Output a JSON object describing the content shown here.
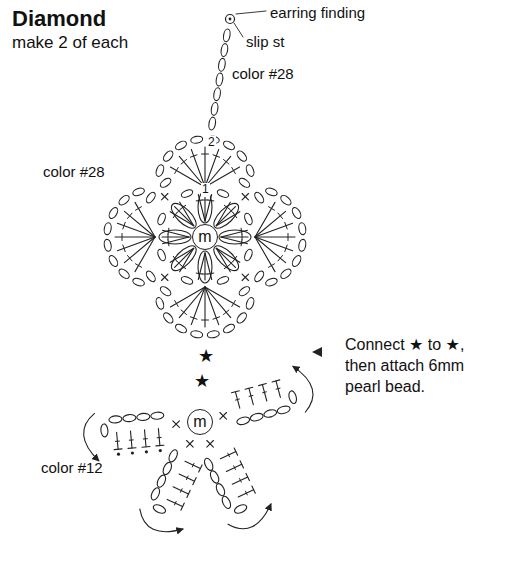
{
  "diagram": {
    "title": "Diamond",
    "caption": "make 2 of each",
    "nodes": [
      {
        "text": [
          "m"
        ]
      },
      {
        "text": [
          "m"
        ]
      }
    ],
    "labels": [
      "earring finding",
      "slip st",
      "color #28",
      "color #28",
      "2",
      "1",
      "★",
      "★",
      "Connect ★ to ★, then attach 6mm pearl bead.",
      "color #12"
    ]
  }
}
